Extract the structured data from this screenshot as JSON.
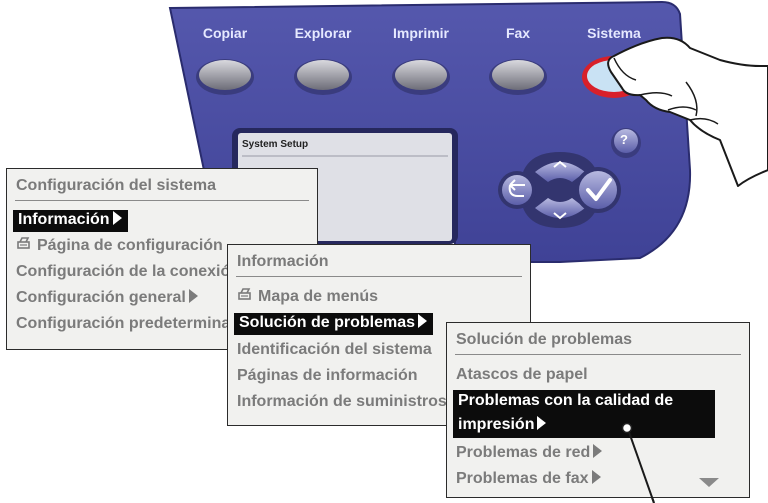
{
  "panel": {
    "buttons": [
      {
        "label": "Copiar"
      },
      {
        "label": "Explorar"
      },
      {
        "label": "Imprimir"
      },
      {
        "label": "Fax"
      },
      {
        "label": "Sistema"
      }
    ],
    "help_label": "?",
    "lcd_title": "System Setup"
  },
  "win1": {
    "title": "Configuración del sistema",
    "selected": "Información",
    "items": [
      "Página de configuración",
      "Configuración de la conexión",
      "Configuración general",
      "Configuración predeterminada"
    ]
  },
  "win2": {
    "title": "Información",
    "item0": "Mapa de menús",
    "selected": "Solución de problemas",
    "items": [
      "Identificación del sistema",
      "Páginas de información",
      "Información de suministros"
    ]
  },
  "win3": {
    "title": "Solución de problemas",
    "item0": "Atascos de papel",
    "selected_line1": "Problemas con la calidad de",
    "selected_line2": "impresión",
    "items": [
      "Problemas de red",
      "Problemas de fax"
    ]
  },
  "colors": {
    "panel_blue": "#4b4ea3",
    "highlight": "#0c0c0c",
    "sistema_ring": "#d8202a"
  }
}
